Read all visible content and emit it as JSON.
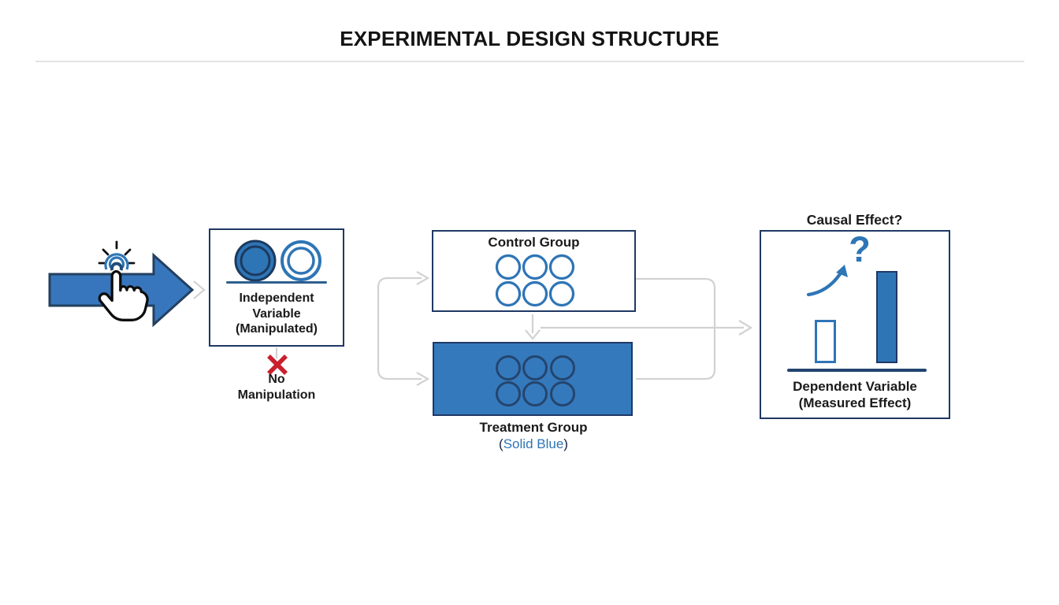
{
  "title": "EXPERIMENTAL DESIGN STRUCTURE",
  "colors": {
    "accent_blue": "#2e75b6",
    "dark_navy": "#1f3864",
    "arrow_fill_blue": "#3776bd",
    "x_mark_red": "#c9202e",
    "connector_gray": "#d2d2d2"
  },
  "independent_variable": {
    "label": "Independent Variable",
    "sublabel": "(Manipulated)",
    "no_manipulation_label": "No Manipulation"
  },
  "groups": {
    "control": {
      "label": "Control Group"
    },
    "treatment": {
      "label": "Treatment Group",
      "caption_open": "(",
      "caption_text": "Solid Blue",
      "caption_close": ")"
    }
  },
  "outcome": {
    "question_label": "Causal Effect?",
    "question_mark": "?",
    "label": "Dependent Variable",
    "sublabel": "(Measured Effect)"
  }
}
